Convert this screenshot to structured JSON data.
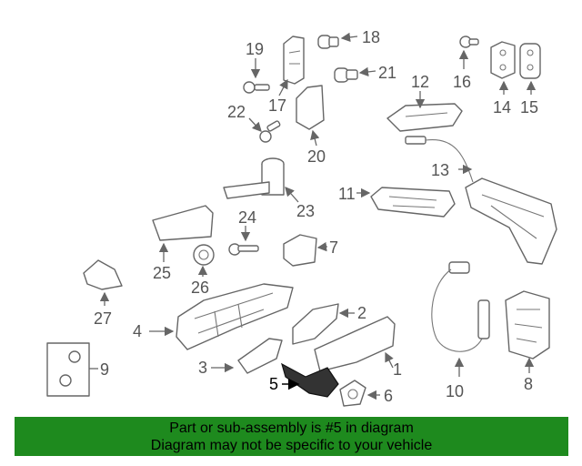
{
  "diagram": {
    "highlighted_part": "5",
    "callouts": [
      "1",
      "2",
      "3",
      "4",
      "5",
      "6",
      "7",
      "8",
      "9",
      "10",
      "11",
      "12",
      "13",
      "14",
      "15",
      "16",
      "17",
      "18",
      "19",
      "20",
      "21",
      "22",
      "23",
      "24",
      "25",
      "26",
      "27"
    ]
  },
  "banner": {
    "line1": "Part or sub-assembly is #5 in diagram",
    "line2": "Diagram may not be specific to your vehicle",
    "color": "#1e8a1e"
  }
}
